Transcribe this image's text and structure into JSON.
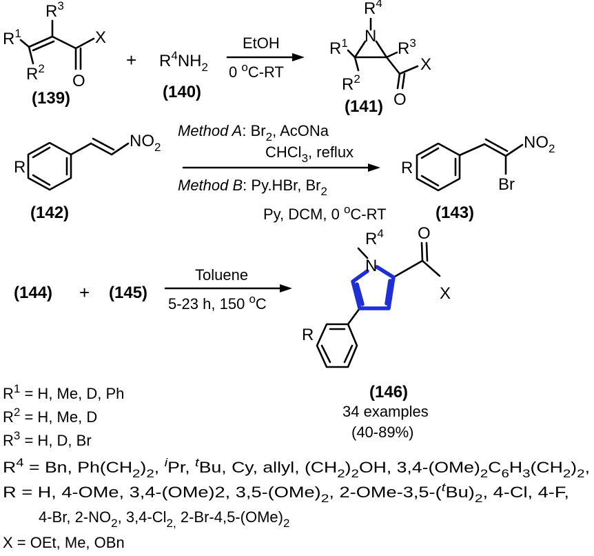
{
  "row1": {
    "c139": {
      "r1": "R",
      "r1_sup": "1",
      "r2": "R",
      "r2_sup": "2",
      "r3": "R",
      "r3_sup": "3",
      "x": "X",
      "o": "O",
      "label": "(139)"
    },
    "plus": "+",
    "c140": {
      "r": "R",
      "r_sup": "4",
      "nh": "NH",
      "nh_sub": "2",
      "label": "(140)"
    },
    "arrow": {
      "above": "EtOH",
      "below_a": "0 ",
      "below_sup": "o",
      "below_b": "C-RT"
    },
    "c141": {
      "r4": "R",
      "r4_sup": "4",
      "n": "N",
      "r1": "R",
      "r1_sup": "1",
      "r3": "R",
      "r3_sup": "3",
      "r2": "R",
      "r2_sup": "2",
      "x": "X",
      "o": "O",
      "label": "(141)"
    }
  },
  "row2": {
    "c142": {
      "r": "R",
      "no2_a": "NO",
      "no2_sub": "2",
      "label": "(142)"
    },
    "methodA": {
      "name": "Method A",
      "rest_a": ": Br",
      "rest_sub": "2",
      "rest_b": ", AcONa",
      "line2_a": "CHCl",
      "line2_sub": "3",
      "line2_b": ", reflux"
    },
    "methodB": {
      "name": "Method B",
      "rest_a": ": Py.HBr, Br",
      "rest_sub": "2",
      "line2_a": "Py, DCM, 0 ",
      "line2_sup": "o",
      "line2_b": "C-RT"
    },
    "c143": {
      "r": "R",
      "no2_a": "NO",
      "no2_sub": "2",
      "br": "Br",
      "label": "(143)"
    }
  },
  "row3": {
    "c144": "(144)",
    "plus": "+",
    "c145": "(145)",
    "arrow": {
      "above": "Toluene",
      "below_a": "5-23 h, 150 ",
      "below_sup": "o",
      "below_b": "C"
    },
    "c146": {
      "r4": "R",
      "r4_sup": "4",
      "n": "N",
      "o": "O",
      "x": "X",
      "r": "R",
      "label": "(146)",
      "examples": "34 examples",
      "yield": "(40-89%)"
    }
  },
  "legend": {
    "r1": {
      "a": "R",
      "sup": "1",
      "b": " = H, Me, D, Ph"
    },
    "r2": {
      "a": "R",
      "sup": "2",
      "b": " = H, Me, D"
    },
    "r3": {
      "a": "R",
      "sup": "3",
      "b": " = H, D, Br"
    },
    "r4": {
      "a": "R",
      "sup": "4",
      "b": " = Bn, Ph(CH",
      "s1": "2",
      "c": ")",
      "s2": "2",
      "d": ", ",
      "i": "i",
      "e": "Pr, ",
      "t": "t",
      "f": "Bu, Cy, allyl, (CH",
      "s3": "2",
      "g": ")",
      "s4": "2",
      "h": "OH, 3,4-(OMe)",
      "s5": "2",
      "j": "C",
      "s6": "6",
      "k": "H",
      "s7": "3",
      "l": "(CH",
      "s8": "2",
      "m": ")",
      "s9": "2",
      "n": ","
    },
    "r": {
      "a": "R = H, 4-OMe, 3,4-(OMe)2, 3,5-(OMe)",
      "s1": "2",
      "b": ", 2-OMe-3,5-(",
      "t": "t",
      "c": "Bu)",
      "s2": "2",
      "d": ", 4-Cl, 4-F,"
    },
    "r_cont": {
      "a": "4-Br, 2-NO",
      "s1": "2",
      "b": ", 3,4-Cl",
      "s2": "2,",
      "c": " 2-Br-4,5-(OMe)",
      "s3": "2"
    },
    "x": {
      "a": "X = OEt, Me, OBn"
    }
  }
}
